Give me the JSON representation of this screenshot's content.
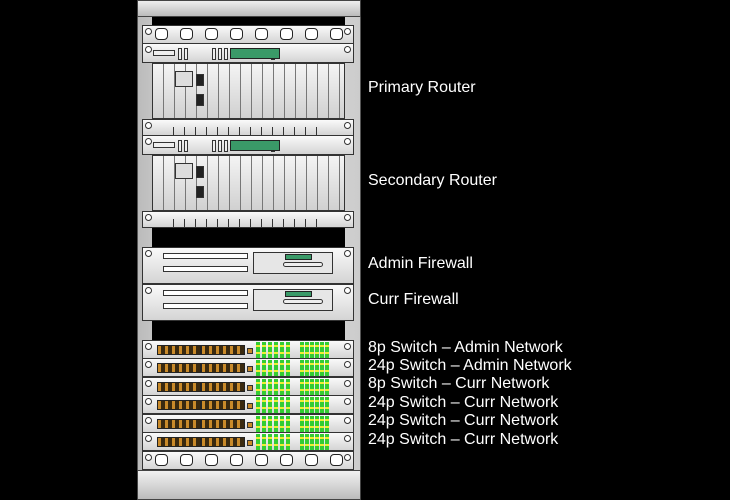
{
  "labels": {
    "primary_router": "Primary Router",
    "secondary_router": "Secondary Router",
    "admin_firewall": "Admin Firewall",
    "curr_firewall": "Curr Firewall",
    "switches": [
      "8p Switch – Admin Network",
      "24p Switch – Admin Network",
      "8p Switch – Curr Network",
      "24p Switch – Curr Network",
      "24p Switch – Curr Network",
      "24p Switch – Curr Network"
    ]
  },
  "colors": {
    "lcd": "#3a9a68",
    "background": "#000000"
  }
}
